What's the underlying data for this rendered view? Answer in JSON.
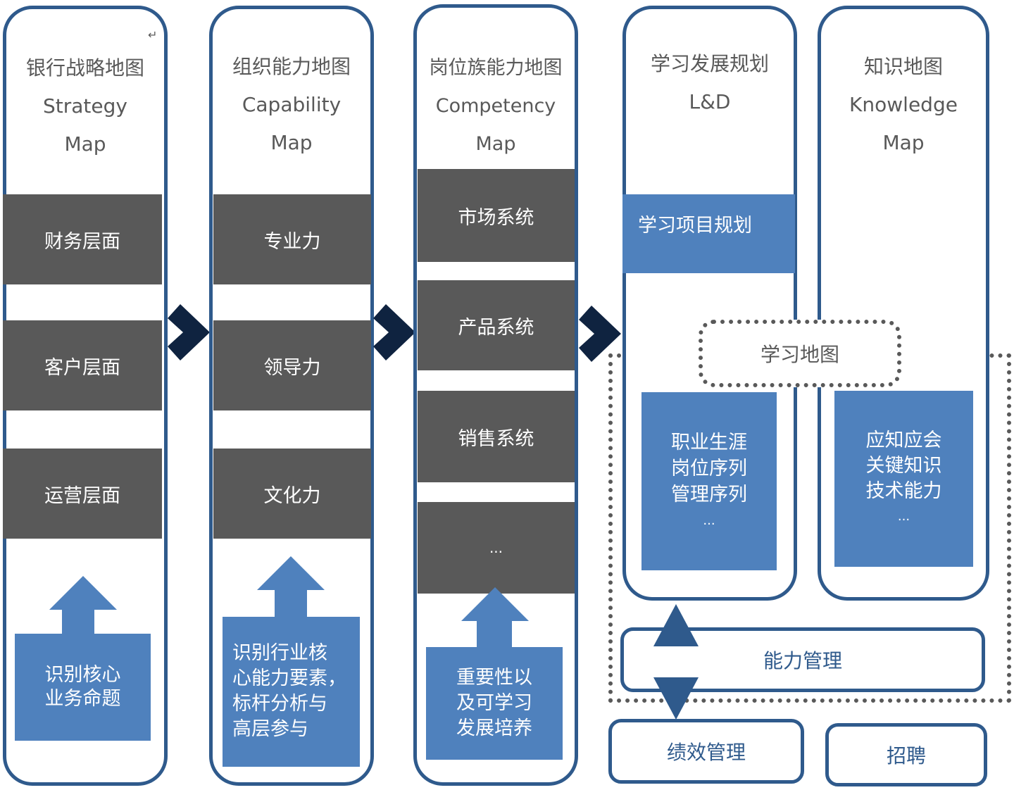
{
  "diagram": {
    "columns": [
      {
        "title_cn": "银行战略地图",
        "title_en_line1": "Strategy",
        "title_en_line2": "Map",
        "blocks": [
          "财务层面",
          "客户层面",
          "运营层面"
        ],
        "footer_note": [
          "识别核心",
          "业务命题"
        ]
      },
      {
        "title_cn": "组织能力地图",
        "title_en_line1": "Capability",
        "title_en_line2": "Map",
        "blocks": [
          "专业力",
          "领导力",
          "文化力"
        ],
        "footer_note": [
          "识别行业核",
          "心能力要素，",
          "标杆分析与",
          "高层参与"
        ]
      },
      {
        "title_cn": "岗位族能力地图",
        "title_en_line1": "Competency",
        "title_en_line2": "Map",
        "blocks": [
          "市场系统",
          "产品系统",
          "销售系统",
          "..."
        ],
        "footer_note": [
          "重要性以",
          "及可学习",
          "发展培养"
        ]
      },
      {
        "title_cn": "学习发展规划",
        "title_en_line1": "L&D",
        "highlight_block": "学习项目规划",
        "inner_box": [
          "职业生涯",
          "岗位序列",
          "管理序列",
          "..."
        ]
      },
      {
        "title_cn": "知识地图",
        "title_en_line1": "Knowledge",
        "title_en_line2": "Map",
        "inner_box": [
          "应知应会",
          "关键知识",
          "技术能力",
          "..."
        ]
      }
    ],
    "learning_map_label": "学习地图",
    "capability_mgmt_label": "能力管理",
    "performance_mgmt_label": "绩效管理",
    "recruitment_label": "招聘",
    "return_mark": "↵",
    "colors": {
      "column_border": "#2f5a8c",
      "gray_block": "#595959",
      "blue_block": "#4f81bd",
      "chevron": "#0f2340",
      "dotted": "#595959"
    }
  }
}
